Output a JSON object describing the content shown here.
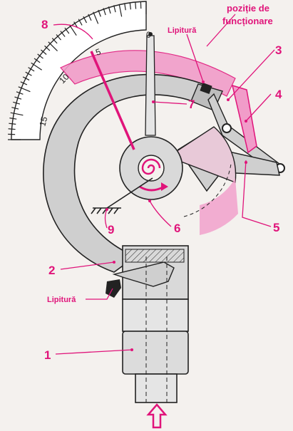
{
  "labels": {
    "operating_position_line1": "poziție de",
    "operating_position_line2": "funcționare",
    "solder_top": "Lipitură",
    "solder_bottom": "Lipitură"
  },
  "part_numbers": [
    "1",
    "2",
    "3",
    "4",
    "5",
    "6",
    "7",
    "8",
    "9"
  ],
  "scale_ticks": [
    "0",
    "5",
    "10",
    "15"
  ],
  "colors": {
    "accent": "#e0147a",
    "tube_fill": "#cfcfcf",
    "body_fill": "#d9d9d9",
    "outline": "#222222"
  }
}
